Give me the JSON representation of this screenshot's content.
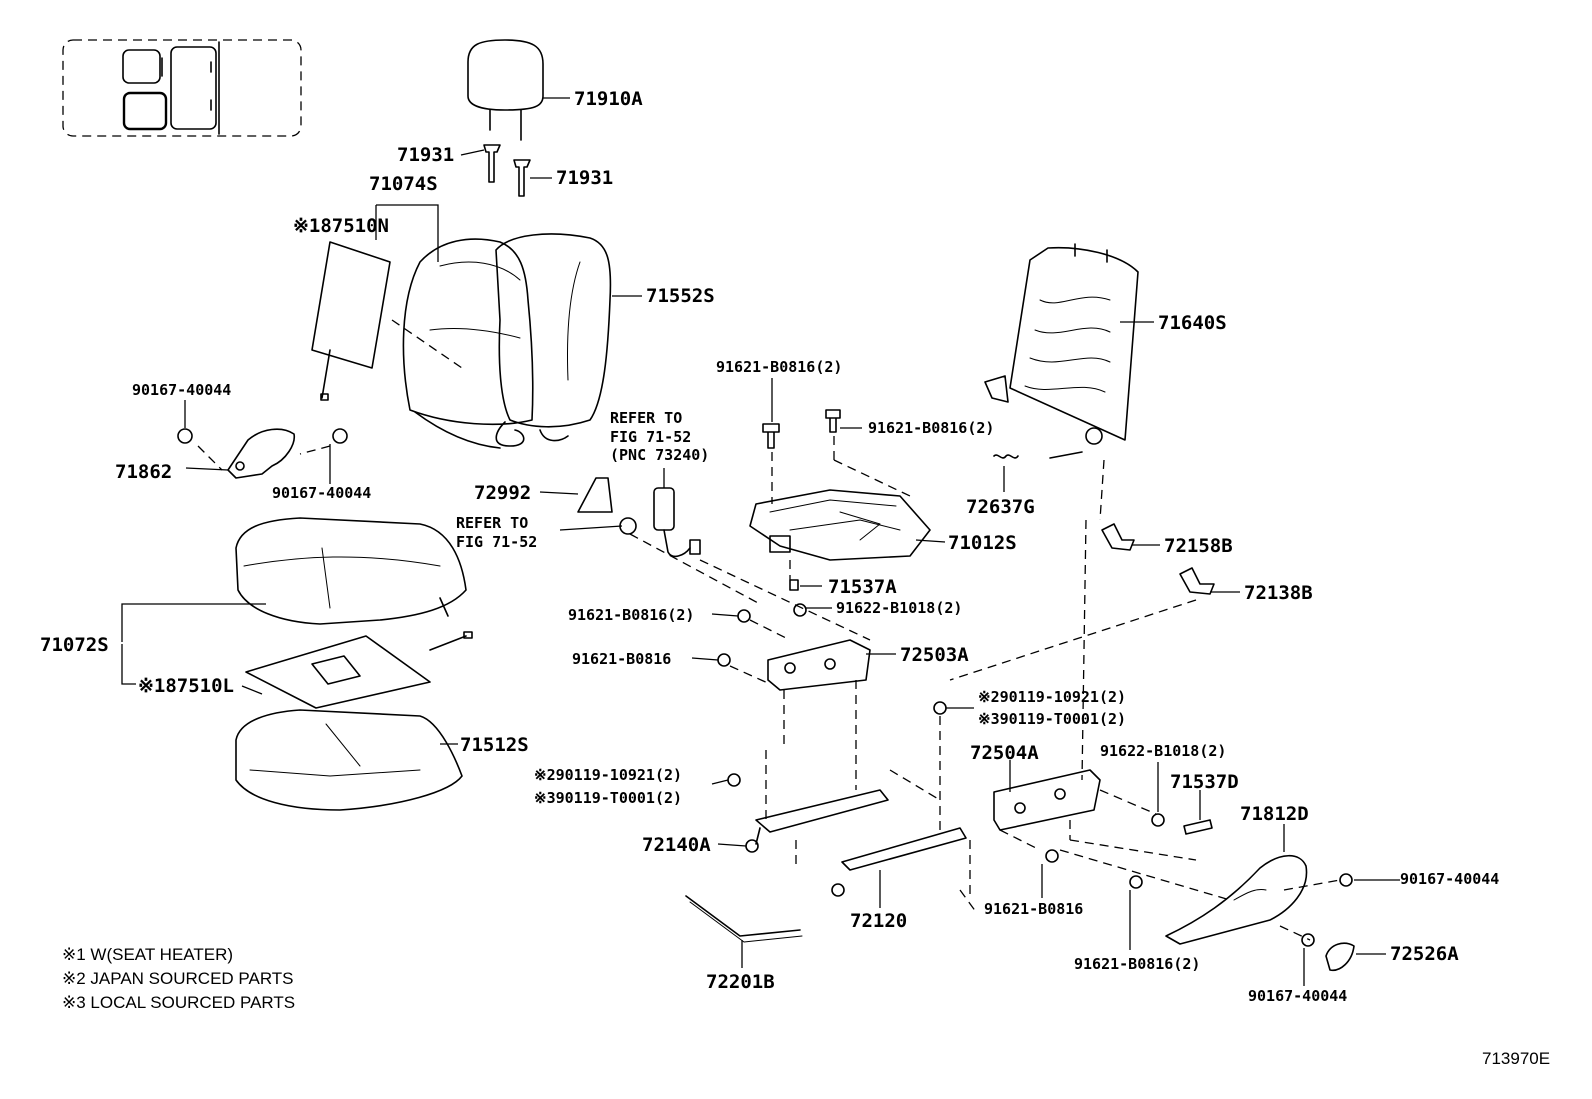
{
  "parts": {
    "p71910A": "71910A",
    "p71931a": "71931",
    "p71931b": "71931",
    "p71074S": "71074S",
    "p87510N": "※187510N",
    "p71552S": "71552S",
    "p71640S": "71640S",
    "p90167a": "90167-40044",
    "p90167b": "90167-40044",
    "p71862": "71862",
    "p91621a": "91621-B0816(2)",
    "p91621b": "91621-B0816(2)",
    "refer1_l1": "REFER TO",
    "refer1_l2": "FIG 71-52",
    "refer1_l3": "(PNC 73240)",
    "p72637G": "72637G",
    "p72992": "72992",
    "refer2_l1": "REFER TO",
    "refer2_l2": "FIG 71-52",
    "p71012S": "71012S",
    "p72158B": "72158B",
    "p71537A": "71537A",
    "p72138B": "72138B",
    "p71072S": "71072S",
    "p91621c": "91621-B0816(2)",
    "p91622a": "91622-B1018(2)",
    "p91621d": "91621-B0816",
    "p72503A": "72503A",
    "p87510L": "※187510L",
    "p90119a1": "※290119-10921(2)",
    "p90119a2": "※390119-T0001(2)",
    "p71512S": "71512S",
    "p72504A": "72504A",
    "p91622b": "91622-B1018(2)",
    "p90119b1": "※290119-10921(2)",
    "p90119b2": "※390119-T0001(2)",
    "p71537D": "71537D",
    "p71812D": "71812D",
    "p72140A": "72140A",
    "p90167c": "90167-40044",
    "p91621e": "91621-B0816",
    "p72120": "72120",
    "p72526A": "72526A",
    "p91621f": "91621-B0816(2)",
    "p90167d": "90167-40044",
    "p72201B": "72201B"
  },
  "notes": {
    "n1": "※1 W(SEAT HEATER)",
    "n2": "※2 JAPAN SOURCED PARTS",
    "n3": "※3 LOCAL SOURCED PARTS"
  },
  "figure_id": "713970E"
}
